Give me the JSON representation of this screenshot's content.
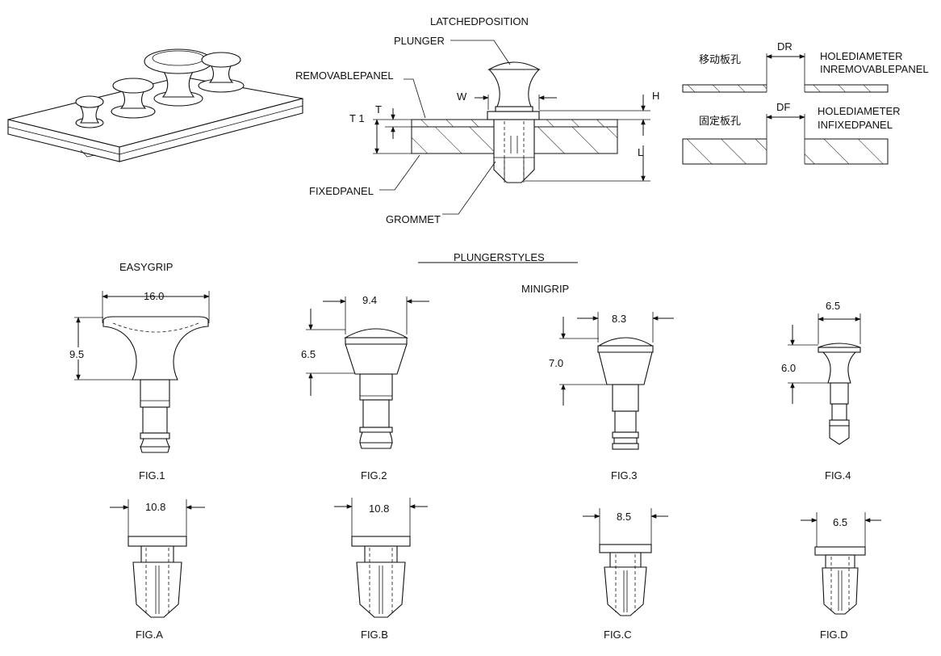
{
  "assembly": {
    "latched_position": "LATCHEDPOSITION",
    "plunger": "PLUNGER",
    "removable_panel": "REMOVABLEPANEL",
    "fixed_panel": "FIXEDPANEL",
    "grommet": "GROMMET",
    "dim_w": "W",
    "dim_h": "H",
    "dim_t": "T",
    "dim_t1": "T 1",
    "dim_l": "L"
  },
  "holes": {
    "removable_cn": "移动板孔",
    "removable_dim": "DR",
    "removable_label_1": "HOLEDIAMETER",
    "removable_label_2": "INREMOVABLEPANEL",
    "fixed_cn": "固定板孔",
    "fixed_dim": "DF",
    "fixed_label_1": "HOLEDIAMETER",
    "fixed_label_2": "INFIXEDPANEL"
  },
  "styles": {
    "section_title": "PLUNGERSTYLES",
    "easygrip": "EASYGRIP",
    "minigrip": "MINIGRIP"
  },
  "plungers": [
    {
      "fig": "FIG.1",
      "width": "16.0",
      "height": "9.5"
    },
    {
      "fig": "FIG.2",
      "width": "9.4",
      "height": "6.5"
    },
    {
      "fig": "FIG.3",
      "width": "8.3",
      "height": "7.0"
    },
    {
      "fig": "FIG.4",
      "width": "6.5",
      "height": "6.0"
    }
  ],
  "grommets": [
    {
      "fig": "FIG.A",
      "width": "10.8"
    },
    {
      "fig": "FIG.B",
      "width": "10.8"
    },
    {
      "fig": "FIG.C",
      "width": "8.5"
    },
    {
      "fig": "FIG.D",
      "width": "6.5"
    }
  ]
}
